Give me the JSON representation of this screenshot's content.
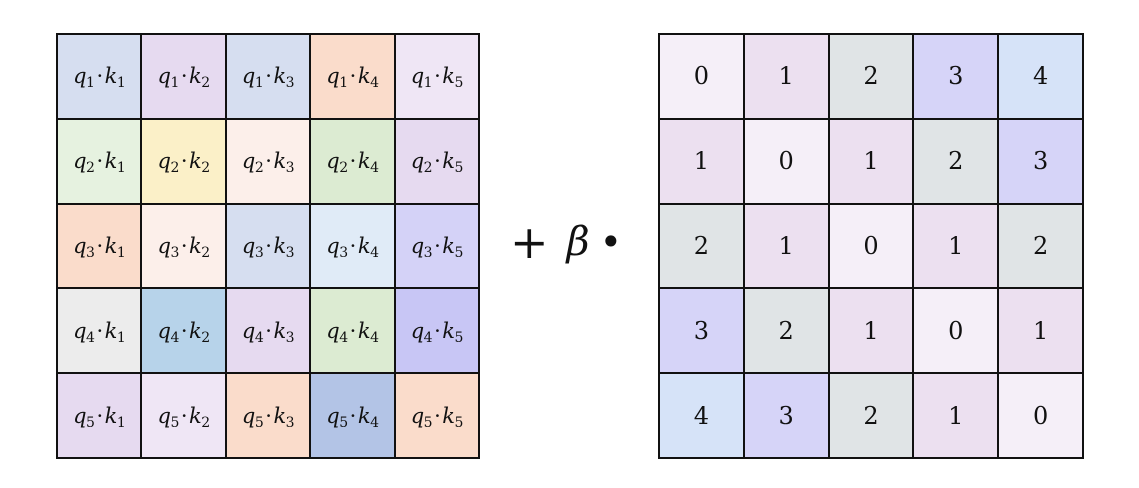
{
  "qk_matrix": {
    "rows": [
      [
        {
          "q": "q",
          "qi": "1",
          "k": "k",
          "kj": "1",
          "color": "#d6def0"
        },
        {
          "q": "q",
          "qi": "1",
          "k": "k",
          "kj": "2",
          "color": "#e6daf0"
        },
        {
          "q": "q",
          "qi": "1",
          "k": "k",
          "kj": "3",
          "color": "#d6def0"
        },
        {
          "q": "q",
          "qi": "1",
          "k": "k",
          "kj": "4",
          "color": "#fadccb"
        },
        {
          "q": "q",
          "qi": "1",
          "k": "k",
          "kj": "5",
          "color": "#efe6f5"
        }
      ],
      [
        {
          "q": "q",
          "qi": "2",
          "k": "k",
          "kj": "1",
          "color": "#e6f2e0"
        },
        {
          "q": "q",
          "qi": "2",
          "k": "k",
          "kj": "2",
          "color": "#fbf0c8"
        },
        {
          "q": "q",
          "qi": "2",
          "k": "k",
          "kj": "3",
          "color": "#fcefea"
        },
        {
          "q": "q",
          "qi": "2",
          "k": "k",
          "kj": "4",
          "color": "#dcebd2"
        },
        {
          "q": "q",
          "qi": "2",
          "k": "k",
          "kj": "5",
          "color": "#e6daf0"
        }
      ],
      [
        {
          "q": "q",
          "qi": "3",
          "k": "k",
          "kj": "1",
          "color": "#fadccb"
        },
        {
          "q": "q",
          "qi": "3",
          "k": "k",
          "kj": "2",
          "color": "#fcefea"
        },
        {
          "q": "q",
          "qi": "3",
          "k": "k",
          "kj": "3",
          "color": "#d6def0"
        },
        {
          "q": "q",
          "qi": "3",
          "k": "k",
          "kj": "4",
          "color": "#e0ebf7"
        },
        {
          "q": "q",
          "qi": "3",
          "k": "k",
          "kj": "5",
          "color": "#d4d2f7"
        }
      ],
      [
        {
          "q": "q",
          "qi": "4",
          "k": "k",
          "kj": "1",
          "color": "#ececec"
        },
        {
          "q": "q",
          "qi": "4",
          "k": "k",
          "kj": "2",
          "color": "#b7d3ea"
        },
        {
          "q": "q",
          "qi": "4",
          "k": "k",
          "kj": "3",
          "color": "#e6daf0"
        },
        {
          "q": "q",
          "qi": "4",
          "k": "k",
          "kj": "4",
          "color": "#dcebd2"
        },
        {
          "q": "q",
          "qi": "4",
          "k": "k",
          "kj": "5",
          "color": "#c8c6f5"
        }
      ],
      [
        {
          "q": "q",
          "qi": "5",
          "k": "k",
          "kj": "1",
          "color": "#e6daf0"
        },
        {
          "q": "q",
          "qi": "5",
          "k": "k",
          "kj": "2",
          "color": "#efe6f5"
        },
        {
          "q": "q",
          "qi": "5",
          "k": "k",
          "kj": "3",
          "color": "#fadccb"
        },
        {
          "q": "q",
          "qi": "5",
          "k": "k",
          "kj": "4",
          "color": "#b3c4e6"
        },
        {
          "q": "q",
          "qi": "5",
          "k": "k",
          "kj": "5",
          "color": "#fadccb"
        }
      ]
    ]
  },
  "operator": {
    "plus": "+",
    "beta": "β",
    "bullet": "•"
  },
  "distance_matrix": {
    "rows": [
      [
        {
          "value": "0",
          "color": "#f5eff8"
        },
        {
          "value": "1",
          "color": "#ece0f0"
        },
        {
          "value": "2",
          "color": "#e0e4e6"
        },
        {
          "value": "3",
          "color": "#d6d4f8"
        },
        {
          "value": "4",
          "color": "#d6e3f8"
        }
      ],
      [
        {
          "value": "1",
          "color": "#ece0f0"
        },
        {
          "value": "0",
          "color": "#f5eff8"
        },
        {
          "value": "1",
          "color": "#ece0f0"
        },
        {
          "value": "2",
          "color": "#e0e4e6"
        },
        {
          "value": "3",
          "color": "#d6d4f8"
        }
      ],
      [
        {
          "value": "2",
          "color": "#e0e4e6"
        },
        {
          "value": "1",
          "color": "#ece0f0"
        },
        {
          "value": "0",
          "color": "#f5eff8"
        },
        {
          "value": "1",
          "color": "#ece0f0"
        },
        {
          "value": "2",
          "color": "#e0e4e6"
        }
      ],
      [
        {
          "value": "3",
          "color": "#d6d4f8"
        },
        {
          "value": "2",
          "color": "#e0e4e6"
        },
        {
          "value": "1",
          "color": "#ece0f0"
        },
        {
          "value": "0",
          "color": "#f5eff8"
        },
        {
          "value": "1",
          "color": "#ece0f0"
        }
      ],
      [
        {
          "value": "4",
          "color": "#d6e3f8"
        },
        {
          "value": "3",
          "color": "#d6d4f8"
        },
        {
          "value": "2",
          "color": "#e0e4e6"
        },
        {
          "value": "1",
          "color": "#ece0f0"
        },
        {
          "value": "0",
          "color": "#f5eff8"
        }
      ]
    ]
  }
}
